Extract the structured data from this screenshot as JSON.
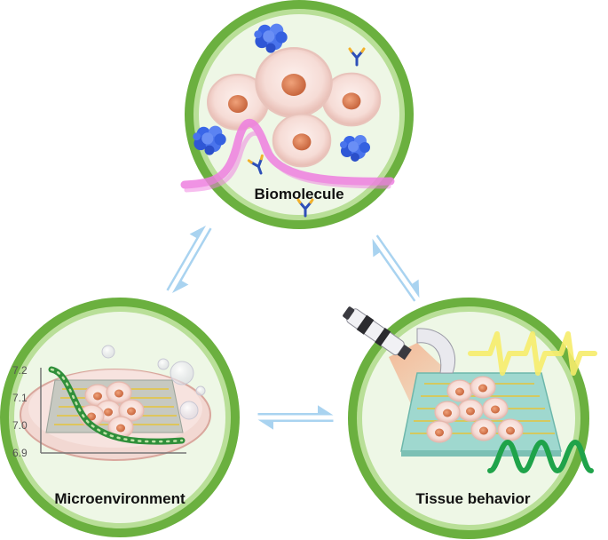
{
  "nodes": {
    "biomolecule": {
      "label": "Biomolecule"
    },
    "microenvironment": {
      "label": "Microenvironment"
    },
    "tissue_behavior": {
      "label": "Tissue behavior"
    }
  },
  "ph_axis": {
    "ticks": [
      "7.2",
      "7.1",
      "7.0",
      "6.9"
    ]
  },
  "colors": {
    "ring_green": "#6bb03f",
    "ring_light": "#b9df98",
    "inner_fill": "#eef7e6",
    "arrow_blue": "#a9d3f0",
    "pink_signal": "#ee7fe0",
    "yellow_signal": "#f6ec6a",
    "green_signal": "#1fa34a",
    "chip_teal": "#9fd8cf",
    "protein_blue": "#3a66e8"
  },
  "icons": [
    "protein-icon",
    "antibody-icon",
    "cell-icon",
    "microscope-icon",
    "chip-icon",
    "petri-dish-icon",
    "equilibrium-arrow-icon"
  ]
}
